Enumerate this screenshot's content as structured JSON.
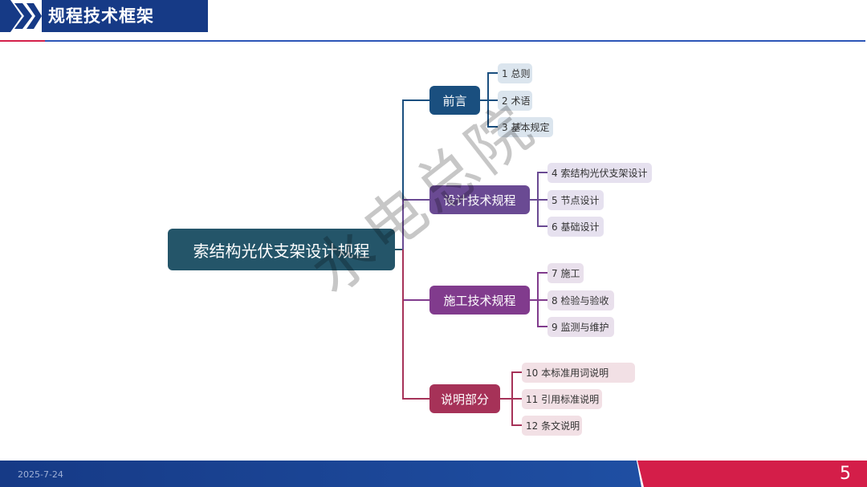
{
  "header": {
    "title": "规程技术框架"
  },
  "diagram": {
    "root": "索结构光伏支架设计规程",
    "branches": [
      {
        "label": "前言",
        "items": [
          "1 总则",
          "2 术语",
          "3 基本规定"
        ]
      },
      {
        "label": "设计技术规程",
        "items": [
          "4 索结构光伏支架设计",
          "5 节点设计",
          "6 基础设计"
        ]
      },
      {
        "label": "施工技术规程",
        "items": [
          "7 施工",
          "8 检验与验收",
          "9 监测与维护"
        ]
      },
      {
        "label": "说明部分",
        "items": [
          "10 本标准用词说明",
          "11 引用标准说明",
          "12 条文说明"
        ]
      }
    ]
  },
  "watermark": "水电总院",
  "footer": {
    "date": "2025-7-24",
    "page": "5"
  },
  "colors": {
    "root": "#245569",
    "branch_1": "#1a4f7f",
    "branch_2": "#6a4a93",
    "branch_3": "#813b8d",
    "branch_4": "#a63258",
    "header_blue": "#163a86",
    "footer_red": "#d41e49"
  }
}
